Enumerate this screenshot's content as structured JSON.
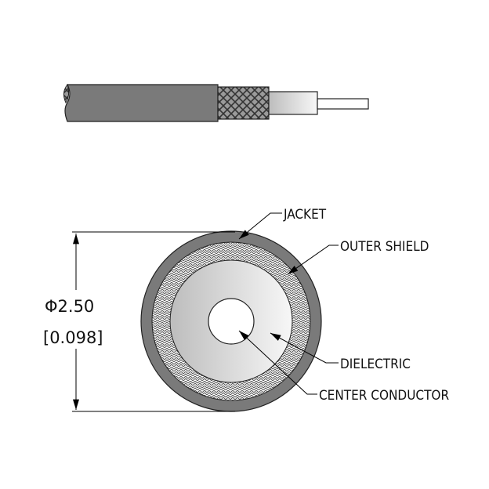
{
  "title": "Coaxial cable cross-section",
  "dimension": {
    "diameter": "Φ2.50",
    "diameter_inch": "[0.098]"
  },
  "labels": {
    "jacket": "JACKET",
    "outer_shield": "OUTER SHIELD",
    "dielectric": "DIELECTRIC",
    "center_conductor": "CENTER CONDUCTOR"
  },
  "colors": {
    "jacket": "#7a7a7a",
    "braid": "#4a4a4a",
    "dielectric_light": "#f4f4f4",
    "dielectric_dark": "#bdbdbd"
  }
}
